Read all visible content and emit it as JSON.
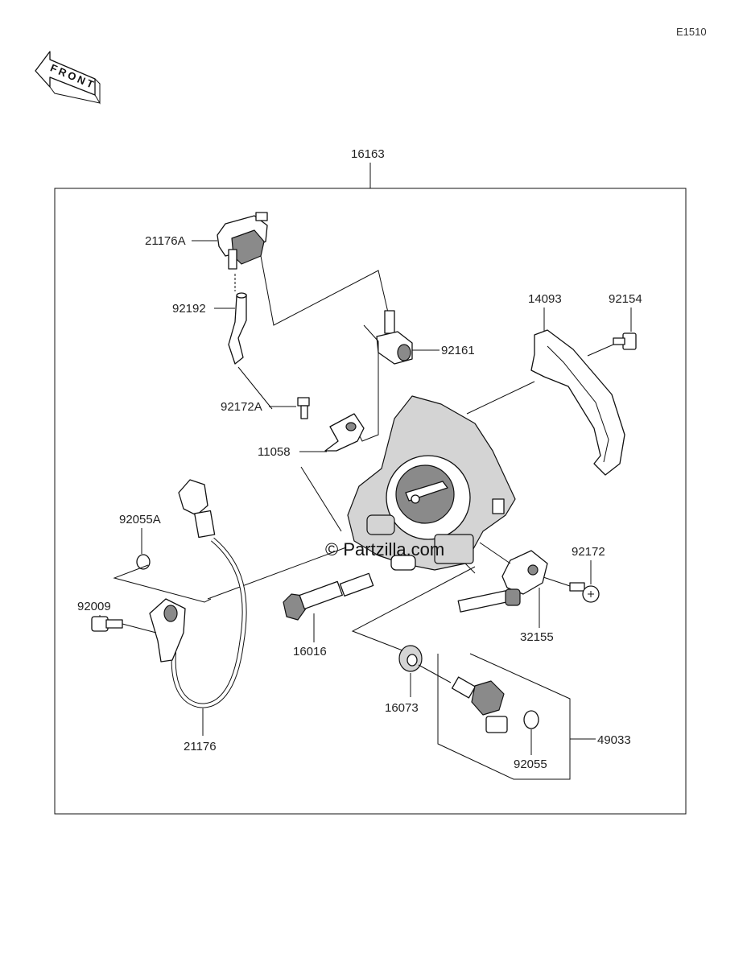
{
  "diagram": {
    "code": "E1510",
    "front_label": "FRONT",
    "watermark": "© Partzilla.com",
    "labels": {
      "p16163": "16163",
      "p21176A": "21176A",
      "p92192": "92192",
      "p92161": "92161",
      "p14093": "14093",
      "p92154": "92154",
      "p92172A": "92172A",
      "p11058": "11058",
      "p92055A": "92055A",
      "p92009": "92009",
      "p16016": "16016",
      "p92172": "92172",
      "p32155": "32155",
      "p16073": "16073",
      "p21176": "21176",
      "p49033": "49033",
      "p92055": "92055"
    }
  }
}
